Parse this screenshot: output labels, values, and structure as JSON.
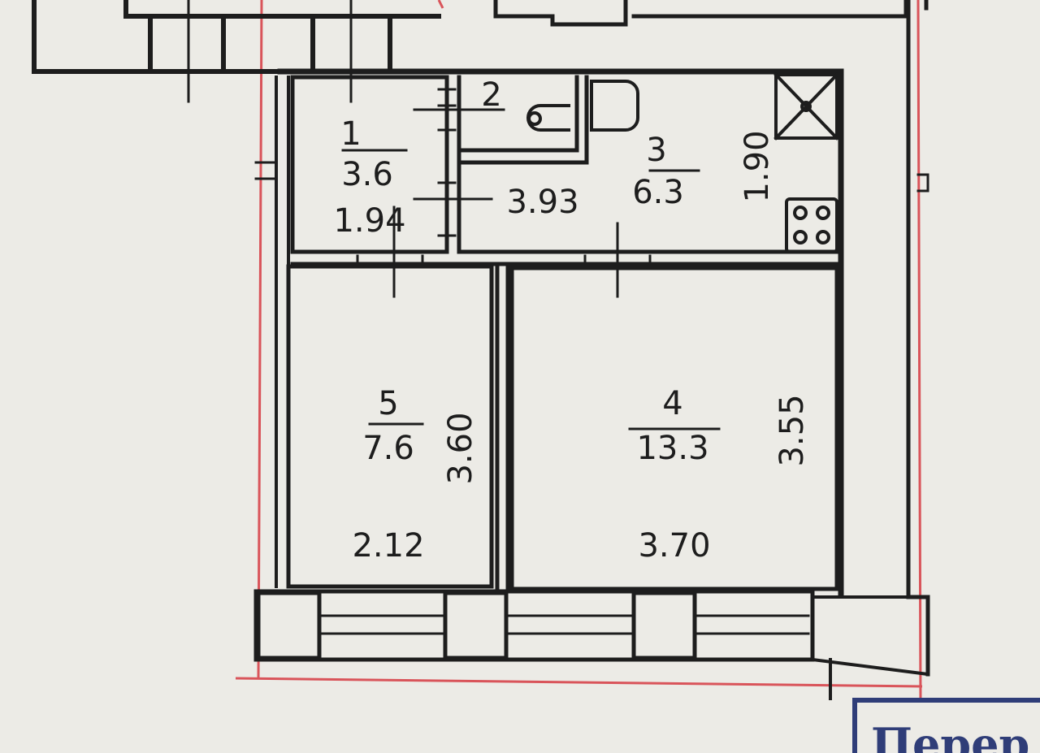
{
  "rooms": [
    {
      "number": "1",
      "area": "3.6"
    },
    {
      "number": "2",
      "area": ""
    },
    {
      "number": "3",
      "area": "6.3"
    },
    {
      "number": "4",
      "area": "13.3"
    },
    {
      "number": "5",
      "area": "7.6"
    }
  ],
  "dimensions": {
    "room1_width": "1.94",
    "room3_length": "3.93",
    "room3_depth": "1.90",
    "room5_length": "3.60",
    "room5_width": "2.12",
    "room4_length": "3.55",
    "room4_width": "3.70"
  },
  "stamp": {
    "text": "Перер"
  },
  "colors": {
    "walls": "#1d1d1d",
    "boundary": "#d9545a",
    "stamp": "#2f3d78",
    "paper": "#ecebe6"
  }
}
